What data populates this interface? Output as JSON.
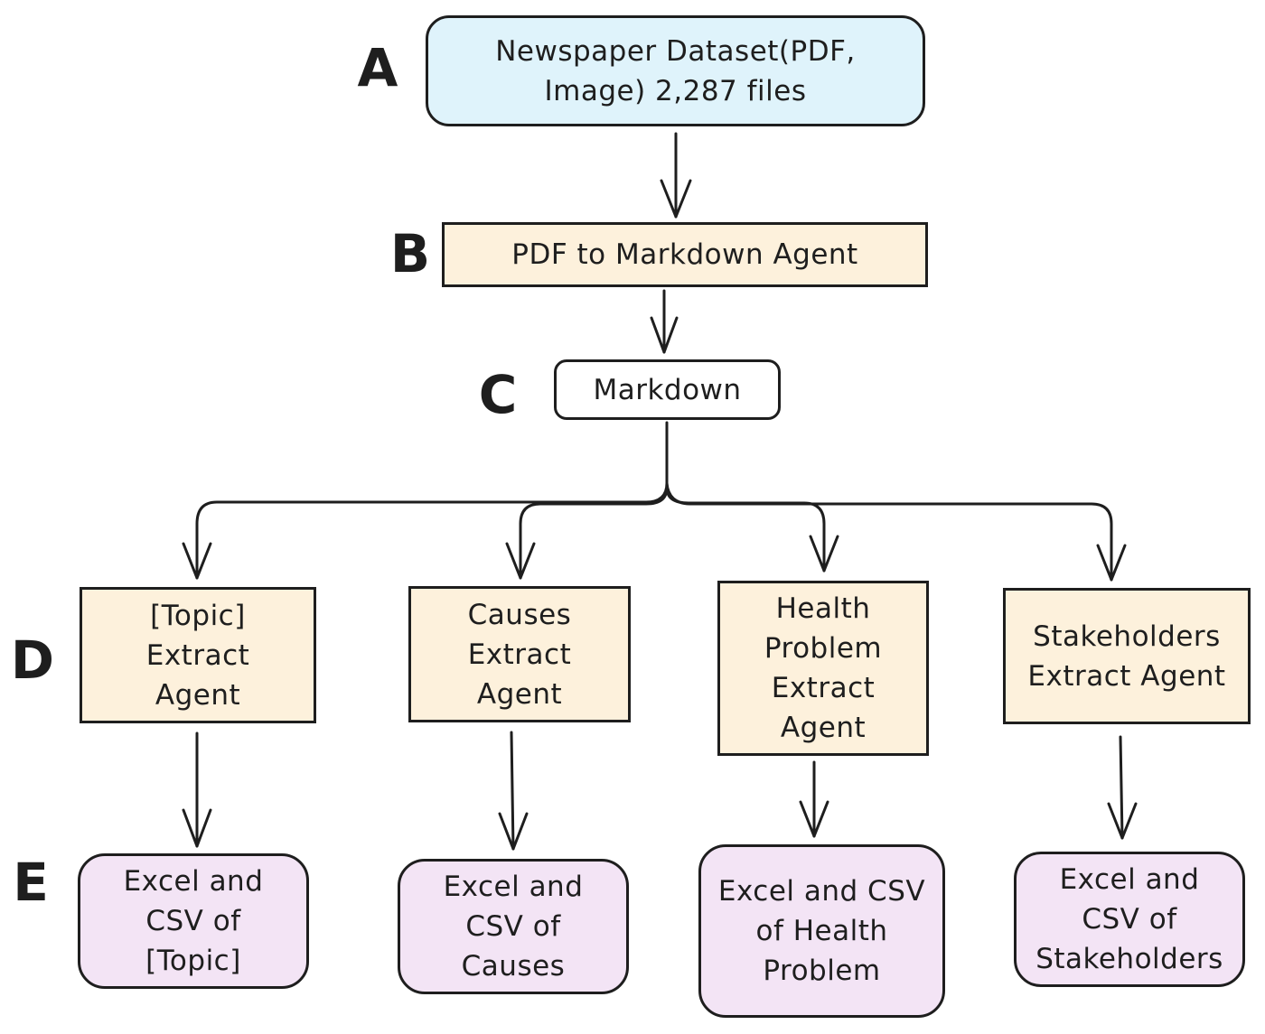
{
  "colors": {
    "stroke": "#1e1e1e",
    "source_fill": "#dff3fb",
    "agent_fill": "#fdf1dc",
    "output_fill": "#f3e4f5",
    "intermediate_fill": "#ffffff"
  },
  "row_labels": {
    "a": "A",
    "b": "B",
    "c": "C",
    "d": "D",
    "e": "E"
  },
  "nodes": {
    "dataset": "Newspaper Dataset(PDF,\nImage) 2,287 files",
    "pdf_agent": "PDF to Markdown Agent",
    "markdown": "Markdown",
    "topic_agent": "[Topic]\nExtract\nAgent",
    "causes_agent": "Causes\nExtract\nAgent",
    "health_agent": "Health\nProblem\nExtract\nAgent",
    "stakeholders_agent": "Stakeholders\nExtract Agent",
    "topic_output": "Excel and\nCSV of\n[Topic]",
    "causes_output": "Excel and\nCSV of\nCauses",
    "health_output": "Excel and CSV\nof Health\nProblem",
    "stakeholders_output": "Excel and\nCSV of\nStakeholders"
  },
  "edges": [
    {
      "from": "dataset",
      "to": "pdf_agent"
    },
    {
      "from": "pdf_agent",
      "to": "markdown"
    },
    {
      "from": "markdown",
      "to": "topic_agent"
    },
    {
      "from": "markdown",
      "to": "causes_agent"
    },
    {
      "from": "markdown",
      "to": "health_agent"
    },
    {
      "from": "markdown",
      "to": "stakeholders_agent"
    },
    {
      "from": "topic_agent",
      "to": "topic_output"
    },
    {
      "from": "causes_agent",
      "to": "causes_output"
    },
    {
      "from": "health_agent",
      "to": "health_output"
    },
    {
      "from": "stakeholders_agent",
      "to": "stakeholders_output"
    }
  ]
}
